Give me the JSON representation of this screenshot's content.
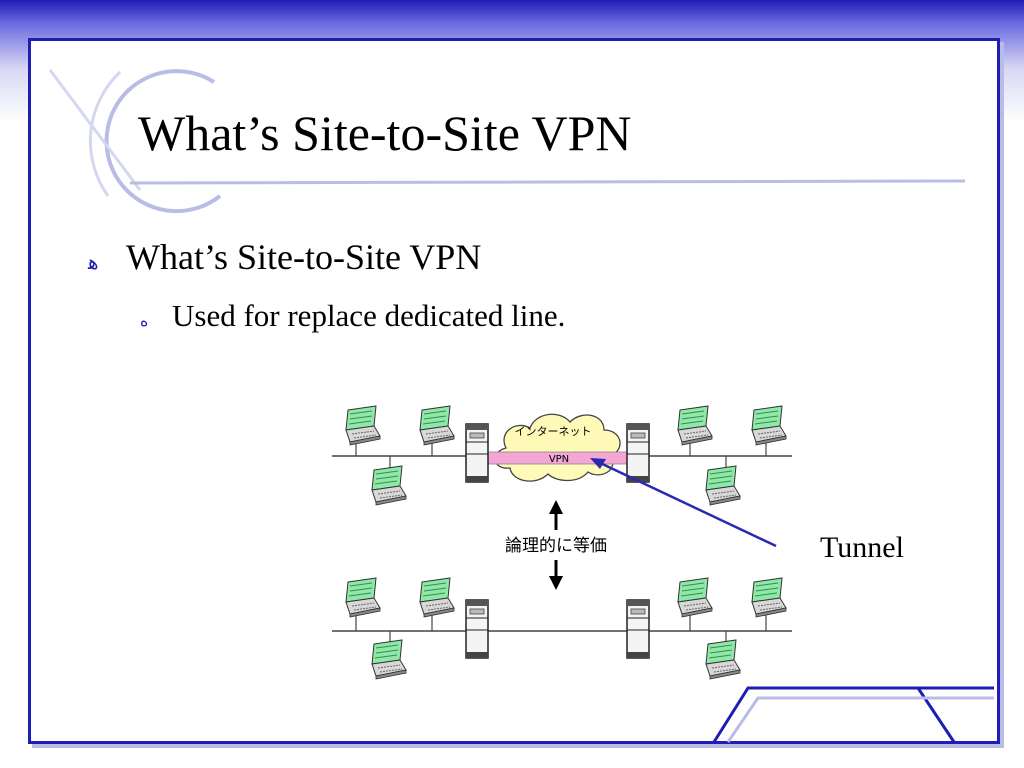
{
  "slide": {
    "title": "What’s Site-to-Site VPN",
    "bullets": [
      {
        "text": "What’s Site-to-Site VPN",
        "bullet_icon": "leaf-bullet-icon"
      },
      {
        "text": "Used for replace dedicated line.",
        "bullet_icon": "small-leaf-bullet-icon"
      }
    ]
  },
  "diagram": {
    "cloud_label": "インターネット",
    "vpn_label": "VPN",
    "equivalence_label": "論理的に等価",
    "callout_label": "Tunnel"
  },
  "colors": {
    "frame": "#1e1eb4",
    "accent_light": "#b9bde6",
    "cloud_fill": "#fffab8",
    "vpn_tube": "#f4a6d4",
    "callout_line": "#2a2ab0",
    "laptop_screen": "#8ee8a8"
  }
}
